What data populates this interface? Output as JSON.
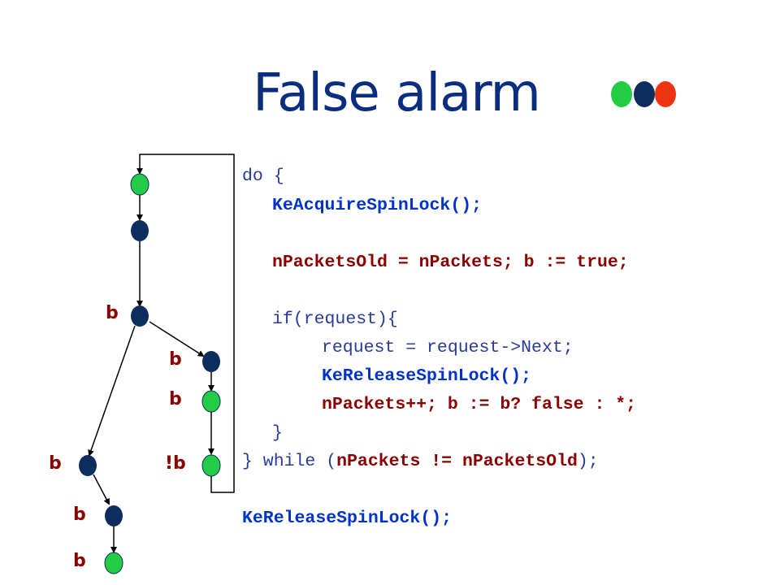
{
  "title": "False alarm",
  "colors": {
    "green": "#22cc44",
    "navy": "#0c2d5e",
    "red": "#ee3311",
    "label": "#8b0000"
  },
  "code": {
    "l1": "do {",
    "l2_fn": "KeAcquireSpinLock();",
    "l3_a": "nPacketsOld = nPackets;",
    "l3_b": " b := true;",
    "l4": "if(request){",
    "l5": "request = request->Next;",
    "l6_fn": "KeReleaseSpinLock();",
    "l7_a": "nPackets++;",
    "l7_b": " b := b? false : *;",
    "l8": "}",
    "l9_a": "} while (",
    "l9_b": "nPackets != nPacketsOld",
    "l9_c": ");",
    "l10_fn": "KeReleaseSpinLock();"
  },
  "labels": {
    "n3": "b",
    "n4": "b",
    "n5": "b",
    "n6": "b",
    "n7": "!b",
    "n8": "b",
    "n9": "b"
  }
}
